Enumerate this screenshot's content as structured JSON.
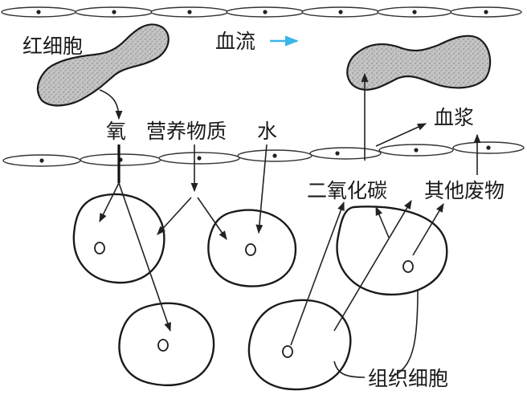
{
  "labels": {
    "red_blood_cell": "红细胞",
    "blood_flow": "血流",
    "oxygen": "氧",
    "nutrients": "营养物质",
    "water": "水",
    "plasma": "血浆",
    "carbon_dioxide": "二氧化碳",
    "other_waste": "其他废物",
    "tissue_cell": "组织细胞"
  },
  "colors": {
    "ink": "#1a1a1a",
    "flow_arrow": "#3bb6e8",
    "rbc_fill": "#b8b8b8"
  }
}
